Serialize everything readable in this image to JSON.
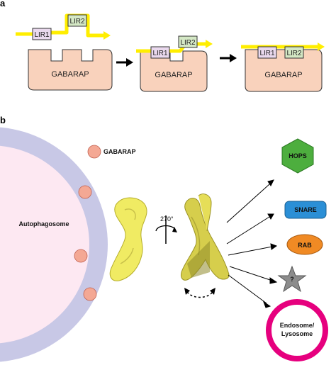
{
  "panel_a": {
    "letter": "a",
    "stages": [
      {
        "protein": "GABARAP",
        "lir1": "LIR1",
        "lir2": "LIR2"
      },
      {
        "protein": "GABARAP",
        "lir1": "LIR1",
        "lir2": "LIR2"
      },
      {
        "protein": "GABARAP",
        "lir1": "LIR1",
        "lir2": "LIR2"
      }
    ]
  },
  "panel_b": {
    "letter": "b",
    "membrane_label": "Autophagosome",
    "protein_label": "GABARAP",
    "rotation_label": "270°",
    "targets": {
      "hops": "HOPS",
      "snare": "SNARE",
      "rab": "RAB",
      "unknown": "?",
      "endosome_line1": "Endosome/",
      "endosome_line2": "Lysosome"
    }
  },
  "colors": {
    "gabarap_fill": "#f9d2bc",
    "lir1_fill": "#ead9ee",
    "lir2_fill": "#d4e8c5",
    "linker_yellow": "#ffee00",
    "membrane": "#c8c8e6",
    "lumen": "#fde8f2",
    "hops_green": "#4dae3e",
    "snare_blue": "#2b8fd6",
    "rab_orange": "#f08a24",
    "unknown_gray": "#8c8c8c",
    "endosome_magenta": "#e6007e",
    "protein_yellow": "#f0eb63"
  }
}
